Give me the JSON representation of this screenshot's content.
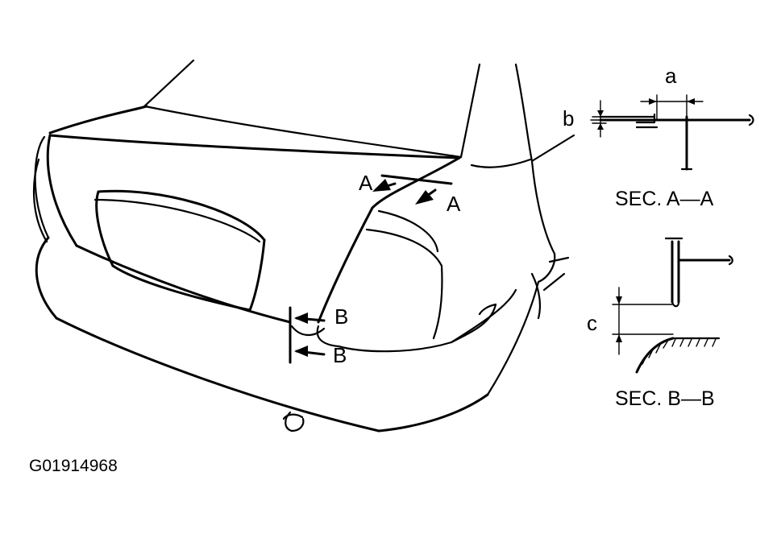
{
  "diagram": {
    "code": "G01914968",
    "section_aa": {
      "title": "SEC. A—A",
      "dim_a": "a",
      "dim_b": "b"
    },
    "section_bb": {
      "title": "SEC. B—B",
      "dim_c": "c"
    },
    "callouts": {
      "a_left": "A",
      "a_right": "A",
      "b_top": "B",
      "b_bottom": "B"
    },
    "colors": {
      "ink": "#000000",
      "paper": "#ffffff"
    }
  }
}
